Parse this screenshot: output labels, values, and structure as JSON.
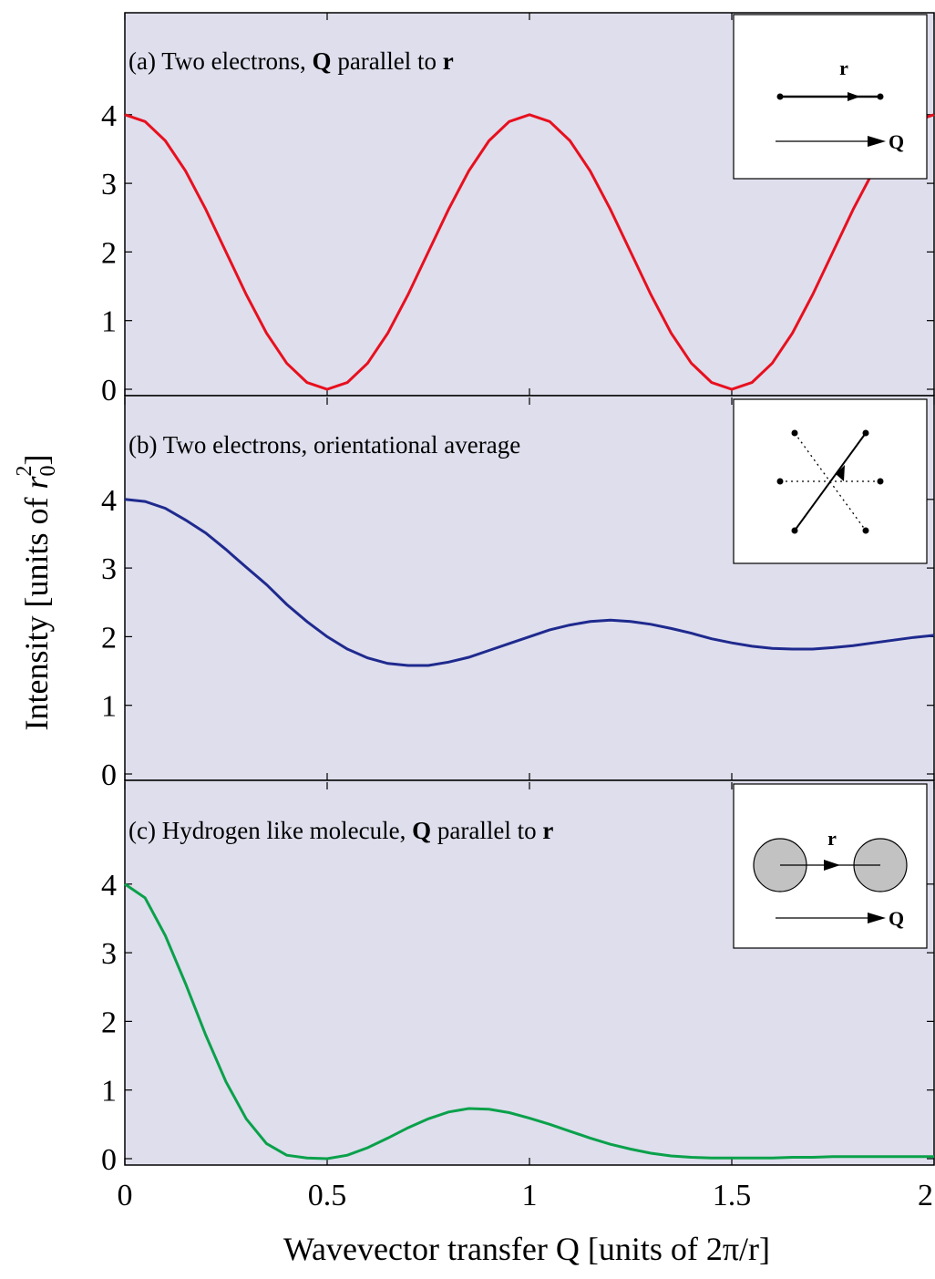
{
  "chart_data": [
    {
      "type": "line",
      "label_prefix": "(a) Two electrons, ",
      "label_bold_1": "Q",
      "label_middle": " parallel to ",
      "label_bold_2": "r",
      "series": [
        {
          "color": "#e8101e",
          "x": [
            0,
            0.05,
            0.1,
            0.15,
            0.2,
            0.25,
            0.3,
            0.35,
            0.4,
            0.45,
            0.5,
            0.55,
            0.6,
            0.65,
            0.7,
            0.75,
            0.8,
            0.85,
            0.9,
            0.95,
            1.0,
            1.05,
            1.1,
            1.15,
            1.2,
            1.25,
            1.3,
            1.35,
            1.4,
            1.45,
            1.5,
            1.55,
            1.6,
            1.65,
            1.7,
            1.75,
            1.8,
            1.85,
            1.9,
            1.95,
            2.0
          ],
          "y": [
            4,
            3.9,
            3.62,
            3.18,
            2.62,
            2.0,
            1.38,
            0.82,
            0.38,
            0.1,
            0,
            0.1,
            0.38,
            0.82,
            1.38,
            2.0,
            2.62,
            3.18,
            3.62,
            3.9,
            4,
            3.9,
            3.62,
            3.18,
            2.62,
            2.0,
            1.38,
            0.82,
            0.38,
            0.1,
            0,
            0.1,
            0.38,
            0.82,
            1.38,
            2.0,
            2.62,
            3.18,
            3.62,
            3.9,
            4
          ]
        }
      ],
      "xlim": [
        0,
        2
      ],
      "ylim": [
        0,
        5.5
      ],
      "yticks": [
        "0",
        "1",
        "2",
        "3",
        "4"
      ],
      "inset": {
        "r_label": "r",
        "q_label": "Q"
      }
    },
    {
      "type": "line",
      "label_text": "(b) Two electrons, orientational average",
      "series": [
        {
          "color": "#1f2a8e",
          "x": [
            0,
            0.05,
            0.1,
            0.15,
            0.2,
            0.25,
            0.3,
            0.35,
            0.4,
            0.45,
            0.5,
            0.55,
            0.6,
            0.65,
            0.7,
            0.75,
            0.8,
            0.85,
            0.9,
            0.95,
            1.0,
            1.05,
            1.1,
            1.15,
            1.2,
            1.25,
            1.3,
            1.35,
            1.4,
            1.45,
            1.5,
            1.55,
            1.6,
            1.65,
            1.7,
            1.75,
            1.8,
            1.85,
            1.9,
            1.95,
            2.0
          ],
          "y": [
            4.0,
            3.97,
            3.87,
            3.7,
            3.51,
            3.27,
            3.01,
            2.76,
            2.47,
            2.22,
            2.0,
            1.82,
            1.69,
            1.61,
            1.58,
            1.58,
            1.63,
            1.7,
            1.8,
            1.9,
            2.0,
            2.1,
            2.17,
            2.22,
            2.24,
            2.22,
            2.18,
            2.12,
            2.05,
            1.97,
            1.91,
            1.86,
            1.83,
            1.82,
            1.82,
            1.84,
            1.87,
            1.91,
            1.95,
            1.99,
            2.02
          ]
        }
      ],
      "xlim": [
        0,
        2
      ],
      "ylim": [
        0,
        5.5
      ],
      "yticks": [
        "0",
        "1",
        "2",
        "3",
        "4"
      ]
    },
    {
      "type": "line",
      "label_prefix": "(c) Hydrogen like molecule, ",
      "label_bold_1": "Q",
      "label_middle": " parallel to ",
      "label_bold_2": "r",
      "series": [
        {
          "color": "#0aa14a",
          "x": [
            0,
            0.05,
            0.1,
            0.15,
            0.2,
            0.25,
            0.3,
            0.35,
            0.4,
            0.45,
            0.5,
            0.55,
            0.6,
            0.65,
            0.7,
            0.75,
            0.8,
            0.85,
            0.9,
            0.95,
            1.0,
            1.05,
            1.1,
            1.15,
            1.2,
            1.25,
            1.3,
            1.35,
            1.4,
            1.45,
            1.5,
            1.55,
            1.6,
            1.65,
            1.7,
            1.75,
            1.8,
            1.85,
            1.9,
            1.95,
            2.0
          ],
          "y": [
            4.0,
            3.8,
            3.25,
            2.55,
            1.8,
            1.12,
            0.58,
            0.22,
            0.05,
            0.01,
            0.0,
            0.05,
            0.16,
            0.3,
            0.45,
            0.58,
            0.68,
            0.73,
            0.72,
            0.67,
            0.59,
            0.5,
            0.4,
            0.3,
            0.21,
            0.14,
            0.08,
            0.04,
            0.02,
            0.01,
            0.01,
            0.01,
            0.01,
            0.02,
            0.02,
            0.03,
            0.03,
            0.03,
            0.03,
            0.03,
            0.03
          ]
        }
      ],
      "xlim": [
        0,
        2
      ],
      "ylim": [
        0,
        5.5
      ],
      "yticks": [
        "0",
        "1",
        "2",
        "3",
        "4"
      ],
      "inset": {
        "r_label": "r",
        "q_label": "Q"
      }
    }
  ],
  "axes": {
    "xticks": [
      "0",
      "0.5",
      "1",
      "1.5",
      "2"
    ],
    "xlabel": "Wavevector transfer Q [units of 2π/r]",
    "ylabel_main": "Intensity [units of ",
    "ylabel_var": "r",
    "ylabel_sub": "0",
    "ylabel_sup": "2",
    "ylabel_close": "]"
  },
  "colors": {
    "plot_background": "#dedeed",
    "inset_background": "#ffffff"
  }
}
